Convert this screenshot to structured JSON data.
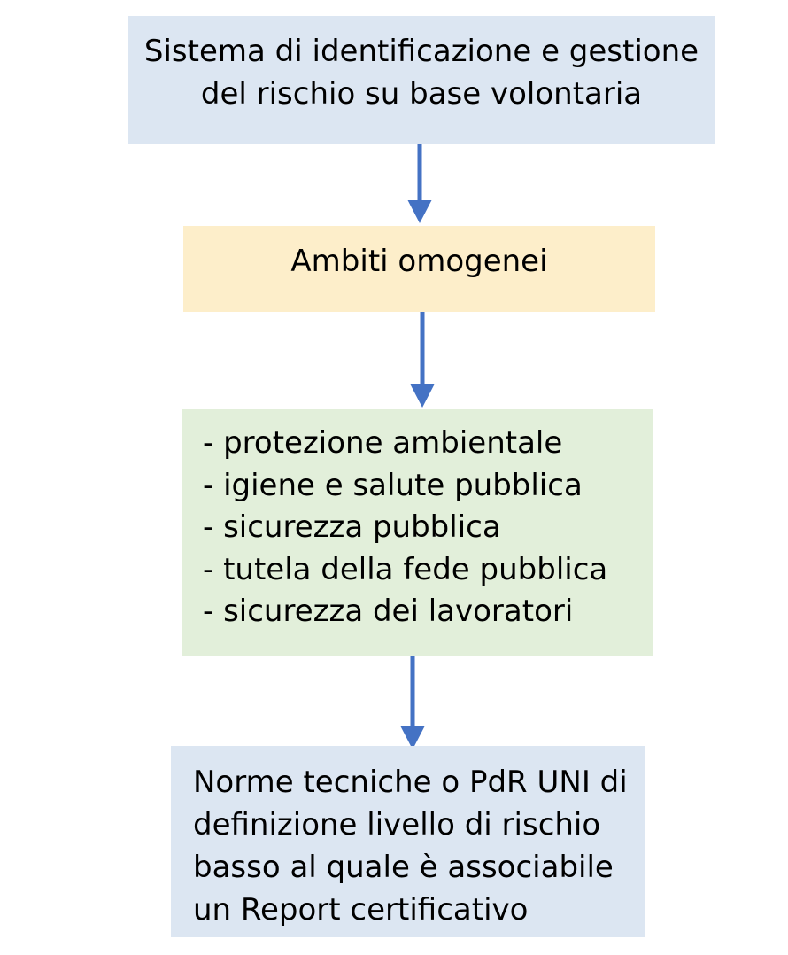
{
  "colors": {
    "background": "#ffffff",
    "box_blue": "#dce6f2",
    "box_yellow": "#fdeeca",
    "box_green": "#e2efda",
    "arrow_blue": "#4472c4",
    "text": "#000000"
  },
  "diagram": {
    "top_box": {
      "lines": [
        "Sistema di identificazione e gestione",
        "del rischio su base volontaria"
      ]
    },
    "ambiti_box": {
      "label": "Ambiti omogenei"
    },
    "list_box": {
      "items": [
        "- protezione ambientale",
        "- igiene e salute pubblica",
        "- sicurezza pubblica",
        "- tutela della fede pubblica",
        "- sicurezza dei lavoratori"
      ]
    },
    "norme_box": {
      "lines": [
        "Norme tecniche o PdR UNI di",
        "definizione livello di rischio",
        "basso al quale è associabile",
        "un Report certificativo"
      ]
    }
  }
}
